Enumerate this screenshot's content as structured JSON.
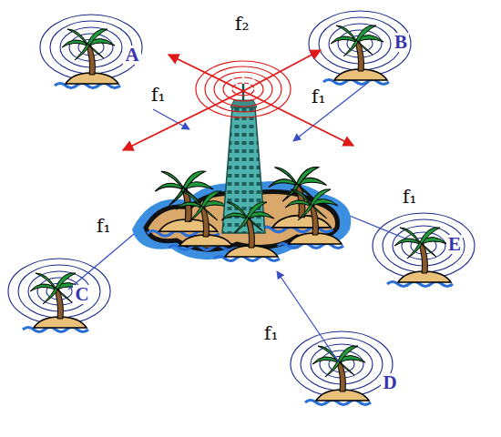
{
  "diagram": {
    "nodes": [
      {
        "text": [
          "A"
        ]
      },
      {
        "text": [
          "B"
        ]
      },
      {
        "text": [
          "E"
        ]
      },
      {
        "text": [
          "C"
        ]
      },
      {
        "text": [
          "D"
        ]
      }
    ],
    "labels": [
      "f₂",
      "f₁",
      "f₁",
      "f₁",
      "f₁",
      "f₁"
    ]
  }
}
